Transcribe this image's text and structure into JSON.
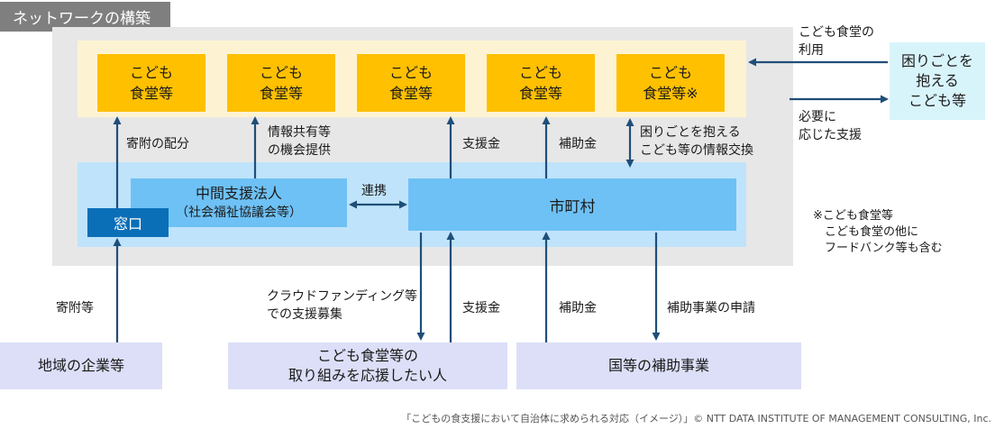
{
  "title": "ネットワークの構築",
  "kodomo_boxes": [
    {
      "label": "こども\n食堂等"
    },
    {
      "label": "こども\n食堂等"
    },
    {
      "label": "こども\n食堂等"
    },
    {
      "label": "こども\n食堂等"
    },
    {
      "label": "こども\n食堂等※"
    }
  ],
  "intermediary": {
    "title": "中間支援法人",
    "subtitle": "（社会福祉協議会等）"
  },
  "municipality": "市町村",
  "madoguchi": "窓口",
  "trouble_children": "困りごとを\n抱える\nこども等",
  "bottom_boxes": {
    "companies": "地域の企業等",
    "supporters": "こども食堂等の\n取り組みを応援したい人",
    "national": "国等の補助事業"
  },
  "labels": {
    "donation_distribution": "寄附の配分",
    "info_sharing": "情報共有等\nの機会提供",
    "support_fund_top": "支援金",
    "subsidy_top": "補助金",
    "info_exchange": "困りごとを抱える\nこども等の情報交換",
    "renkei": "連携",
    "use_of_kodomo": "こども食堂の\n利用",
    "needed_support": "必要に\n応じた支援",
    "donation": "寄附等",
    "crowdfunding": "クラウドファンディング等\nでの支援募集",
    "support_fund_bottom": "支援金",
    "subsidy_bottom": "補助金",
    "subsidy_application": "補助事業の申請"
  },
  "footnote": "※こども食堂等\n　こども食堂の他に\n　フードバンク等も含む",
  "credit": "「こどもの食支援において自治体に求められる対応（イメージ）」© NTT DATA INSTITUTE OF MANAGEMENT CONSULTING, Inc.",
  "colors": {
    "arrow": "#1f4e79",
    "kodomo": "#ffc000",
    "blue_box": "#6ec1f5",
    "madoguchi": "#0b6fb8"
  }
}
